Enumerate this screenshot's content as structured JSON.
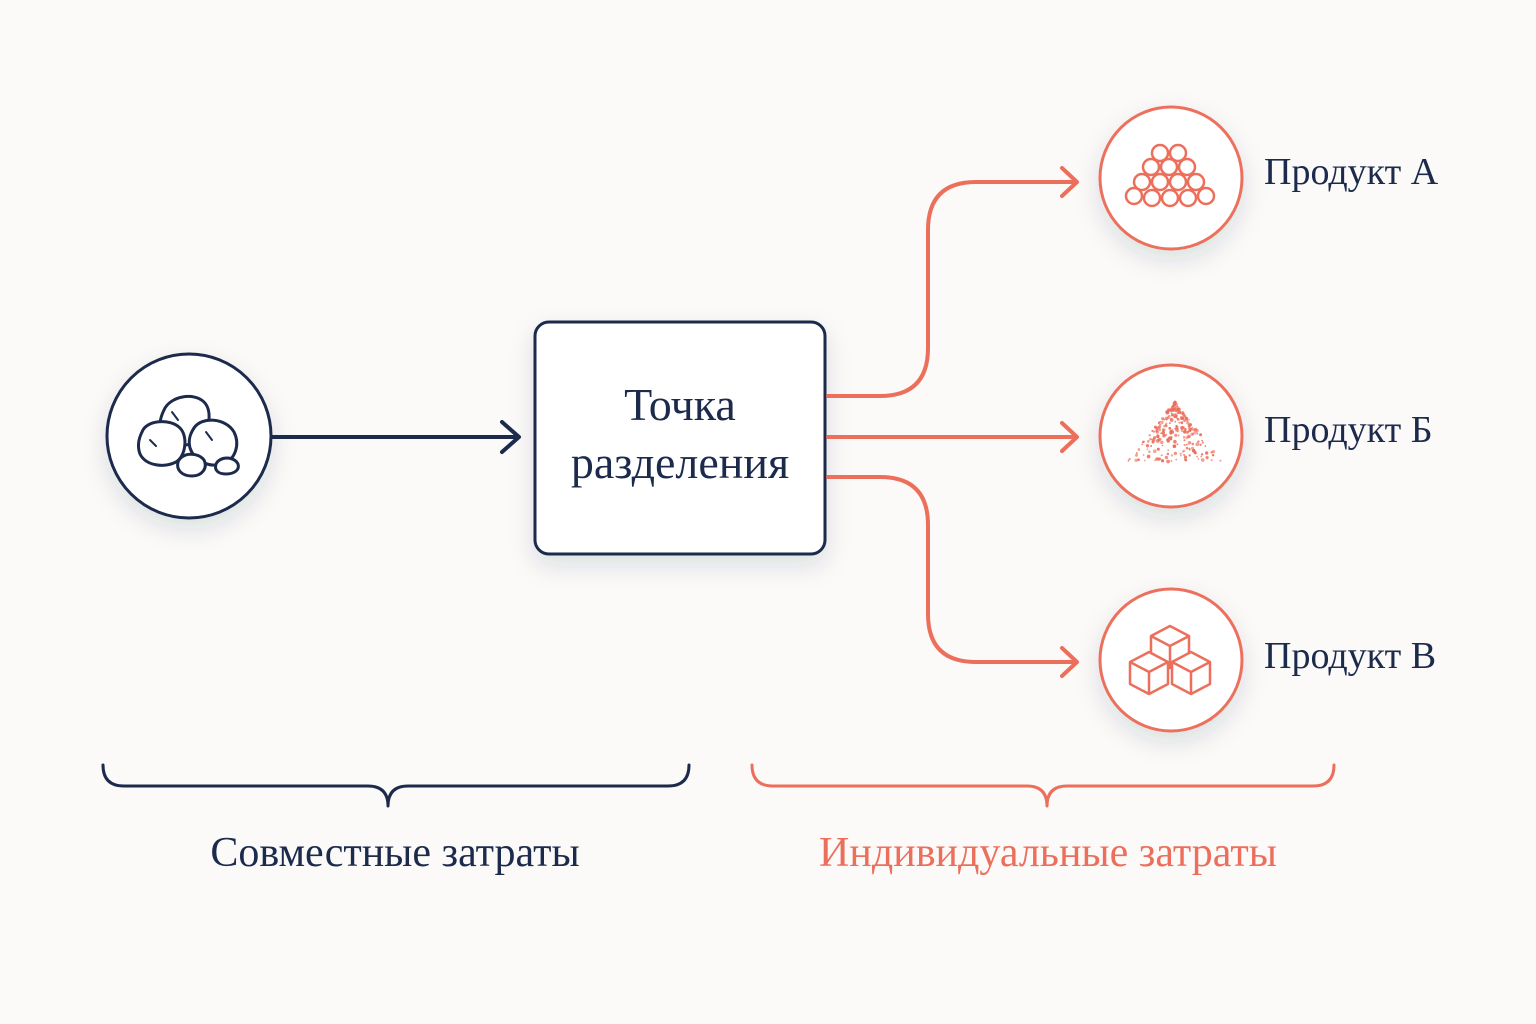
{
  "colors": {
    "background": "#fbfaf8",
    "navy": "#1c2b4c",
    "coral": "#ec6f5c"
  },
  "nodes": {
    "raw_material": {
      "icon": "rocks-icon"
    },
    "split_point": {
      "label_line1": "Точка",
      "label_line2": "разделения"
    },
    "products": [
      {
        "label": "Продукт А",
        "icon": "spheres-pile-icon"
      },
      {
        "label": "Продукт Б",
        "icon": "powder-pile-icon"
      },
      {
        "label": "Продукт В",
        "icon": "cubes-icon"
      }
    ]
  },
  "cost_groups": {
    "joint": {
      "label": "Совместные затраты"
    },
    "separable": {
      "label": "Индивидуальные затраты"
    }
  }
}
